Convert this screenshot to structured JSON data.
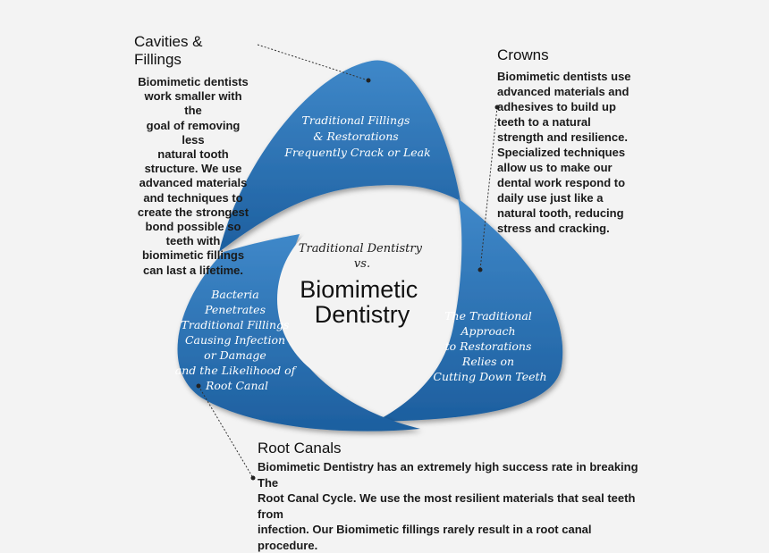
{
  "diagram": {
    "top_arm_lines": [
      "Traditional Fillings",
      "& Restorations",
      "Frequently Crack or Leak"
    ],
    "left_arm_lines": [
      "Bacteria",
      "Penetrates",
      "Traditional Fillings",
      "Causing Infection",
      "or Damage",
      "and the Likelihood of",
      "Root Canal"
    ],
    "right_arm_lines": [
      "The Traditional",
      "Approach",
      "to Restorations",
      "Relies on",
      "Cutting Down Teeth"
    ],
    "center_line1": "Traditional Dentistry",
    "center_line2": "vs.",
    "center_line3": "Biomimetic",
    "center_line4": "Dentistry"
  },
  "callouts": {
    "cavities": {
      "title": "Cavities & Fillings",
      "body_lines": [
        "Biomimetic dentists",
        "work smaller with the",
        "goal of removing less",
        "natural tooth",
        "structure. We use",
        "advanced materials",
        "and techniques to",
        "create the strongest",
        "bond possible so",
        "teeth with",
        "biomimetic fillings",
        "can last a lifetime."
      ]
    },
    "crowns": {
      "title": "Crowns",
      "body_lines": [
        "Biomimetic dentists use",
        "advanced materials and",
        "adhesives to build up",
        "teeth to a natural",
        "strength and resilience.",
        "Specialized techniques",
        "allow us to make our",
        "dental work respond to",
        "daily use just like a",
        "natural tooth, reducing",
        "stress and cracking."
      ]
    },
    "root": {
      "title": "Root Canals",
      "body_lines": [
        "Biomimetic Dentistry has an extremely high success rate in breaking The",
        "Root Canal Cycle.  We use the most resilient materials that seal teeth from",
        "infection.  Our Biomimetic fillings rarely result in a root canal procedure."
      ]
    }
  },
  "colors": {
    "background": "#f3f3f3",
    "arm_blue": "#2469ad",
    "arm_blue_light": "#3e86c8",
    "arm_text": "#ffffff"
  }
}
